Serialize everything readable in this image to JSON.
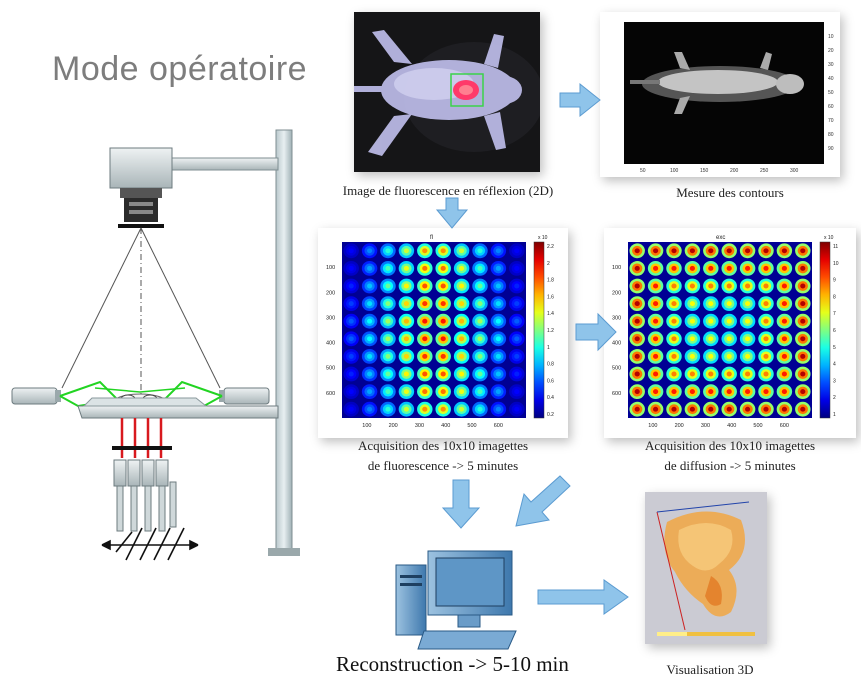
{
  "title": "Mode opératoire",
  "captions": {
    "reflection": "Image de fluorescence en réflexion (2D)",
    "contours": "Mesure des contours",
    "acq_fluo_line1": "Acquisition des 10x10 imagettes",
    "acq_fluo_line2": "de fluorescence -> 5 minutes",
    "acq_diff_line1": "Acquisition des 10x10 imagettes",
    "acq_diff_line2": "de diffusion -> 5 minutes",
    "reconstruction": "Reconstruction -> 5-10 min",
    "visualisation": "Visualisation 3D"
  },
  "heatmap_fluo": {
    "label": "fl",
    "exponent": "x 10",
    "colorbar_ticks": [
      "2.2",
      "2",
      "1.8",
      "1.6",
      "1.4",
      "1.2",
      "1",
      "0.8",
      "0.6",
      "0.4",
      "0.2"
    ],
    "y_ticks": [
      "100",
      "200",
      "300",
      "400",
      "500",
      "600"
    ],
    "x_ticks": [
      "100",
      "200",
      "300",
      "400",
      "500",
      "600"
    ]
  },
  "heatmap_diff": {
    "label": "exc",
    "exponent": "x 10",
    "colorbar_ticks": [
      "11",
      "10",
      "9",
      "8",
      "7",
      "6",
      "5",
      "4",
      "3",
      "2",
      "1"
    ],
    "y_ticks": [
      "100",
      "200",
      "300",
      "400",
      "500",
      "600"
    ],
    "x_ticks": [
      "100",
      "200",
      "300",
      "400",
      "500",
      "600"
    ]
  },
  "colors": {
    "arrow": "#8fc4ea",
    "arrow_stroke": "#5b9bd1",
    "title": "#7d7d7d",
    "laser": "#d8191e",
    "green_beam": "#22d422"
  }
}
